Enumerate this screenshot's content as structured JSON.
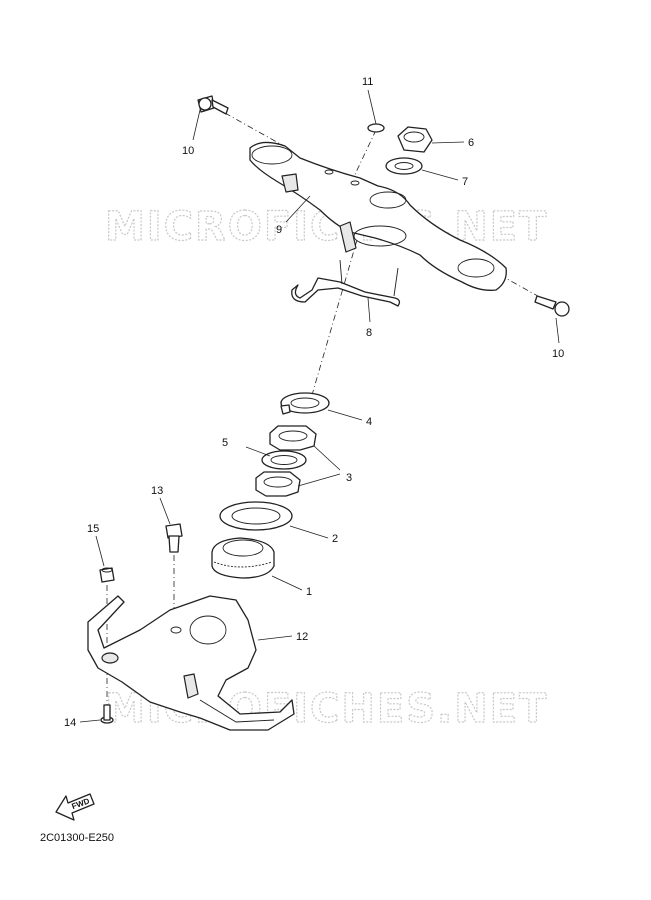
{
  "watermarks": [
    "MICROFICHES.NET",
    "MICROFICHES.NET"
  ],
  "callouts": {
    "c1": "1",
    "c2": "2",
    "c3": "3",
    "c4": "4",
    "c5": "5",
    "c6": "6",
    "c7": "7",
    "c8": "8",
    "c9": "9",
    "c10a": "10",
    "c10b": "10",
    "c11": "11",
    "c12": "12",
    "c13": "13",
    "c14": "14",
    "c15": "15"
  },
  "fwd_label": "FWD",
  "diagram_code": "2C01300-E250"
}
